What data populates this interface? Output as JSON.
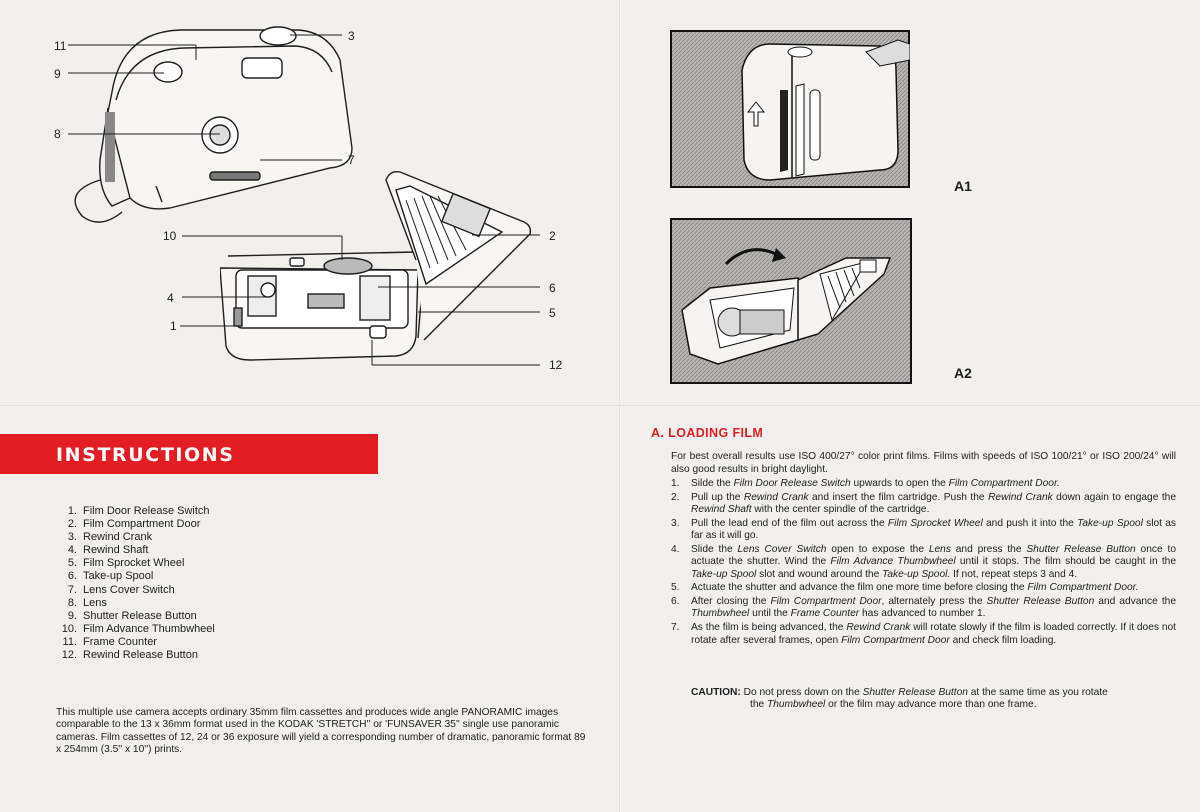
{
  "diagram_labels": {
    "c1": "1",
    "c2": "2",
    "c3": "3",
    "c4": "4",
    "c5": "5",
    "c6": "6",
    "c7": "7",
    "c8": "8",
    "c9": "9",
    "c10": "10",
    "c11": "11",
    "c12": "12"
  },
  "instructions_title": "INSTRUCTIONS",
  "parts": [
    {
      "num": "1.",
      "name": "Film Door Release Switch"
    },
    {
      "num": "2.",
      "name": "Film Compartment Door"
    },
    {
      "num": "3.",
      "name": "Rewind Crank"
    },
    {
      "num": "4.",
      "name": "Rewind Shaft"
    },
    {
      "num": "5.",
      "name": "Film Sprocket Wheel"
    },
    {
      "num": "6.",
      "name": "Take-up Spool"
    },
    {
      "num": "7.",
      "name": "Lens Cover Switch"
    },
    {
      "num": "8.",
      "name": "Lens"
    },
    {
      "num": "9.",
      "name": "Shutter Release Button"
    },
    {
      "num": "10.",
      "name": "Film Advance Thumbwheel"
    },
    {
      "num": "11.",
      "name": "Frame Counter"
    },
    {
      "num": "12.",
      "name": "Rewind Release Button"
    }
  ],
  "description": "This multiple use camera accepts ordinary 35mm film cassettes and produces wide angle PANORAMIC images comparable to the 13 x 36mm format used in the KODAK 'STRETCH'' or 'FUNSAVER 35'' single use panoramic cameras. Film cassettes of 12, 24 or 36 exposure will yield a corresponding number of dramatic, panoramic format 89 x 254mm (3.5'' x 10'') prints.",
  "figures": {
    "a1": "A1",
    "a2": "A2"
  },
  "section": {
    "title": "A. LOADING   FILM",
    "intro": "For best overall results use ISO 400/27° color print films. Films with speeds of ISO 100/21° or ISO 200/24° will also good results in bright daylight.",
    "steps": [
      {
        "num": "1.",
        "parts": [
          "Silde the ",
          "Film Door Release Switch",
          " upwards to open the ",
          "Film Compartment Door."
        ]
      },
      {
        "num": "2.",
        "parts": [
          "Pull up the ",
          "Rewind Crank",
          " and insert the film cartridge. Push the ",
          "Rewind Crank",
          " down again to engage the ",
          "Rewind Shaft",
          " with the center spindle of the cartridge."
        ]
      },
      {
        "num": "3.",
        "parts": [
          "Pull the lead end of the film out across the ",
          "Film Sprocket Wheel",
          " and push it into the ",
          "Take-up Spool",
          " slot as far as it will go."
        ]
      },
      {
        "num": "4.",
        "parts": [
          "Slide the ",
          "Lens Cover Switch",
          " open to expose the ",
          "Lens",
          " and press the ",
          "Shutter Release Button",
          " once to actuate the shutter. Wind the ",
          "Film Advance Thumbwheel",
          " until it stops. The film should be caught in the ",
          "Take-up Spool",
          " slot and wound around the ",
          "Take-up Spool.",
          " If not, repeat steps 3 and 4."
        ]
      },
      {
        "num": "5.",
        "parts": [
          "Actuate the shutter and advance the film one more time before closing the ",
          "Film Compartment Door."
        ]
      },
      {
        "num": "6.",
        "parts": [
          "After closing the ",
          "Film Compartment Door",
          ", alternately press the ",
          "Shutter Release Button",
          " and advance the ",
          "Thumbwheel",
          " until the ",
          "Frame Counter",
          " has advanced to number 1."
        ]
      },
      {
        "num": "7.",
        "parts": [
          "As the film is being advanced, the ",
          "Rewind Crank",
          " will rotate slowly if the film is loaded correctly. If it does not rotate after several frames, open ",
          "Film Compartment Door",
          " and check film loading."
        ]
      }
    ],
    "caution": {
      "label": "CAUTION:",
      "line1_parts": [
        " Do not press down on the ",
        "Shutter Release Button",
        " at the same time as you rotate"
      ],
      "line2_parts": [
        "the ",
        "Thumbwheel",
        " or the film may advance more than one frame."
      ]
    }
  }
}
